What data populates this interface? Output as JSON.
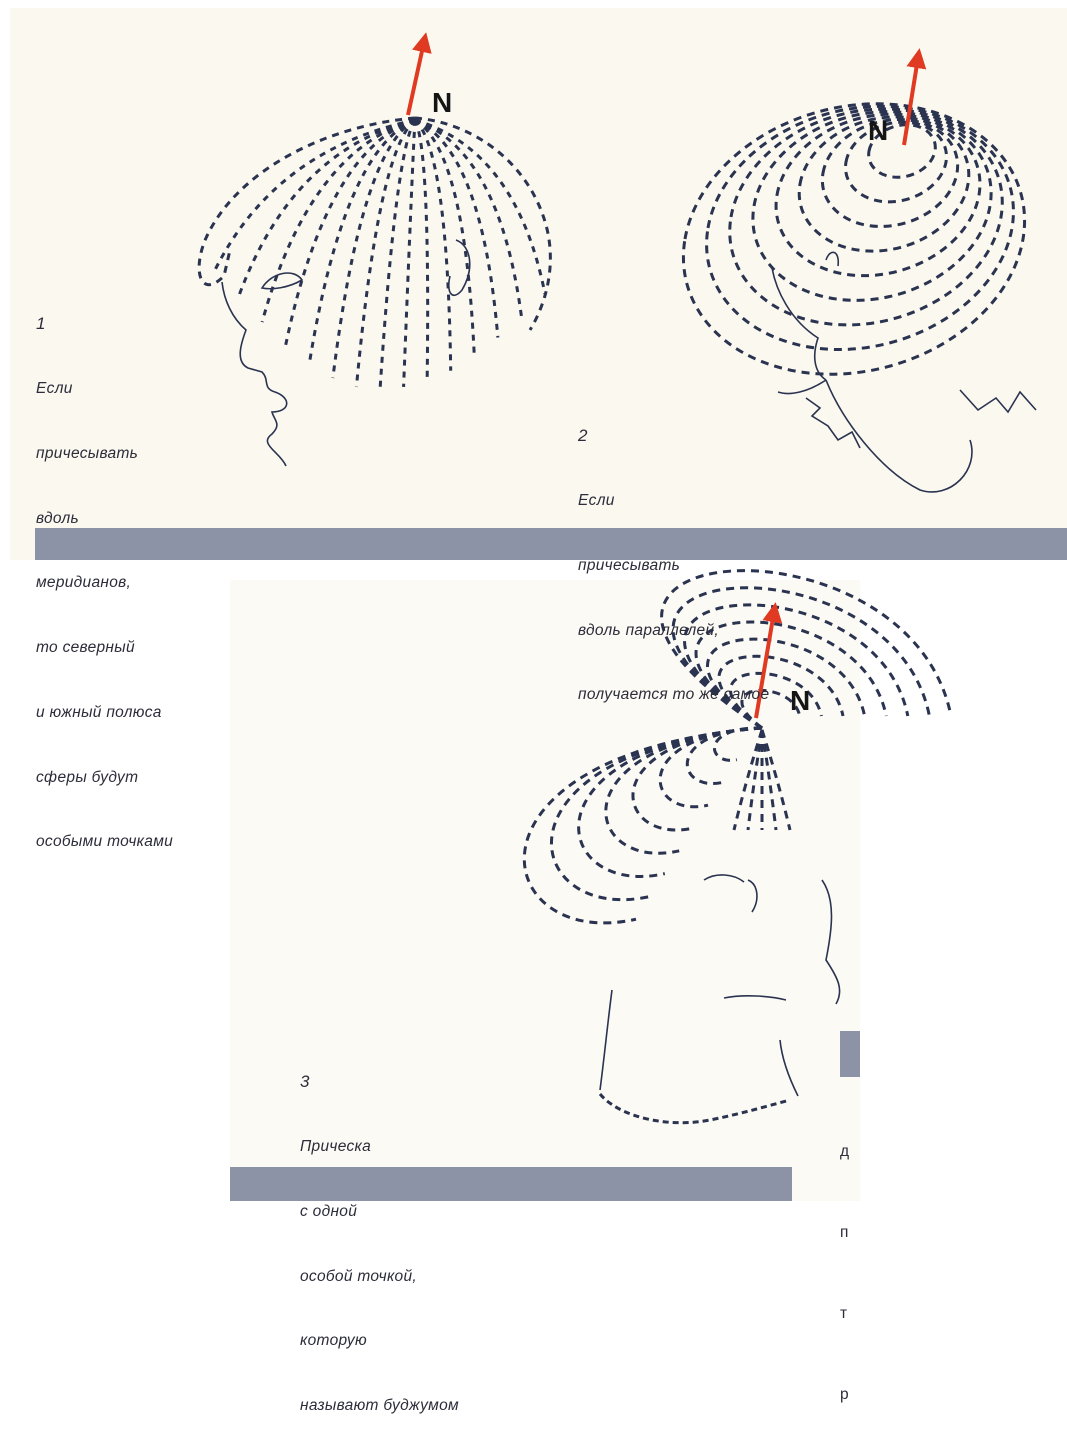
{
  "figures": [
    {
      "number": "1",
      "caption": [
        "Если",
        "причесывать",
        "вдоль",
        "меридианов,",
        "то северный",
        "и южный полюса",
        "сферы будут",
        "особыми точками"
      ]
    },
    {
      "number": "2",
      "caption": [
        "Если",
        "причесывать",
        "вдоль параллелей,",
        "получается то же самое"
      ]
    },
    {
      "number": "3",
      "caption": [
        "Прическа",
        "с одной",
        "особой точкой,",
        "которую",
        "называют буджумом"
      ]
    }
  ],
  "pole_label": "N",
  "cut_off_text": [
    "д",
    "п",
    "т",
    "р"
  ],
  "colors": {
    "arrow": "#e03a22",
    "ink": "#2a3350",
    "bar": "#8c93a6",
    "paper": "#fbf8ef"
  }
}
